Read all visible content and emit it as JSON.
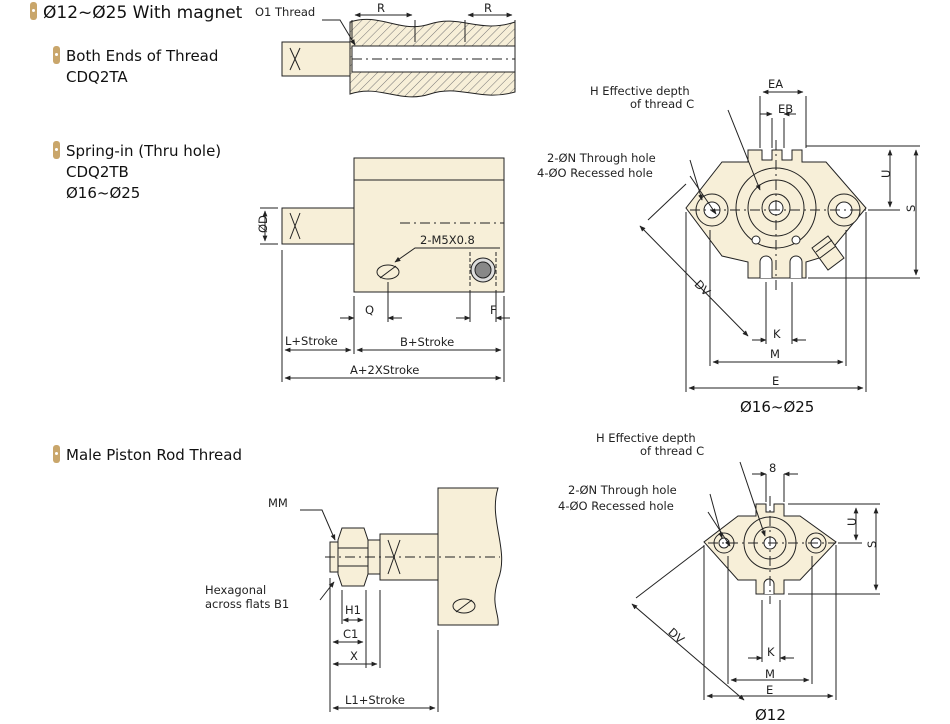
{
  "headers": {
    "main": "Ø12~Ø25 With magnet",
    "both_ends": {
      "title": "Both Ends of Thread",
      "model": "CDQ2TA"
    },
    "spring_in": {
      "title": "Spring-in (Thru hole)",
      "model": "CDQ2TB",
      "range": "Ø16~Ø25"
    },
    "male_rod": {
      "title": "Male Piston Rod Thread"
    }
  },
  "labels": {
    "o1_thread": "O1 Thread",
    "r": "R",
    "d": "ØD",
    "m5": "2-M5X0.8",
    "q": "Q",
    "f": "F",
    "l_stroke": "L+Stroke",
    "b_stroke": "B+Stroke",
    "a_stroke": "A+2XStroke",
    "h_depth_1": "H Effective depth",
    "h_depth_2": "of thread C",
    "ea": "EA",
    "eb": "EB",
    "n_hole": "2-ØN Through hole",
    "o_hole": "4-ØO Recessed hole",
    "u": "U",
    "s": "S",
    "dv": "DV",
    "k": "K",
    "m": "M",
    "e": "E",
    "caption_16_25": "Ø16~Ø25",
    "mm": "MM",
    "hex_1": "Hexagonal",
    "hex_2": "across flats B1",
    "h1": "H1",
    "c1": "C1",
    "x": "X",
    "l1_stroke": "L1+Stroke",
    "eight": "8",
    "caption_12": "Ø12"
  },
  "colors": {
    "body_fill": "#f7efd8",
    "tab": "#c9a66b",
    "line": "#222222"
  }
}
